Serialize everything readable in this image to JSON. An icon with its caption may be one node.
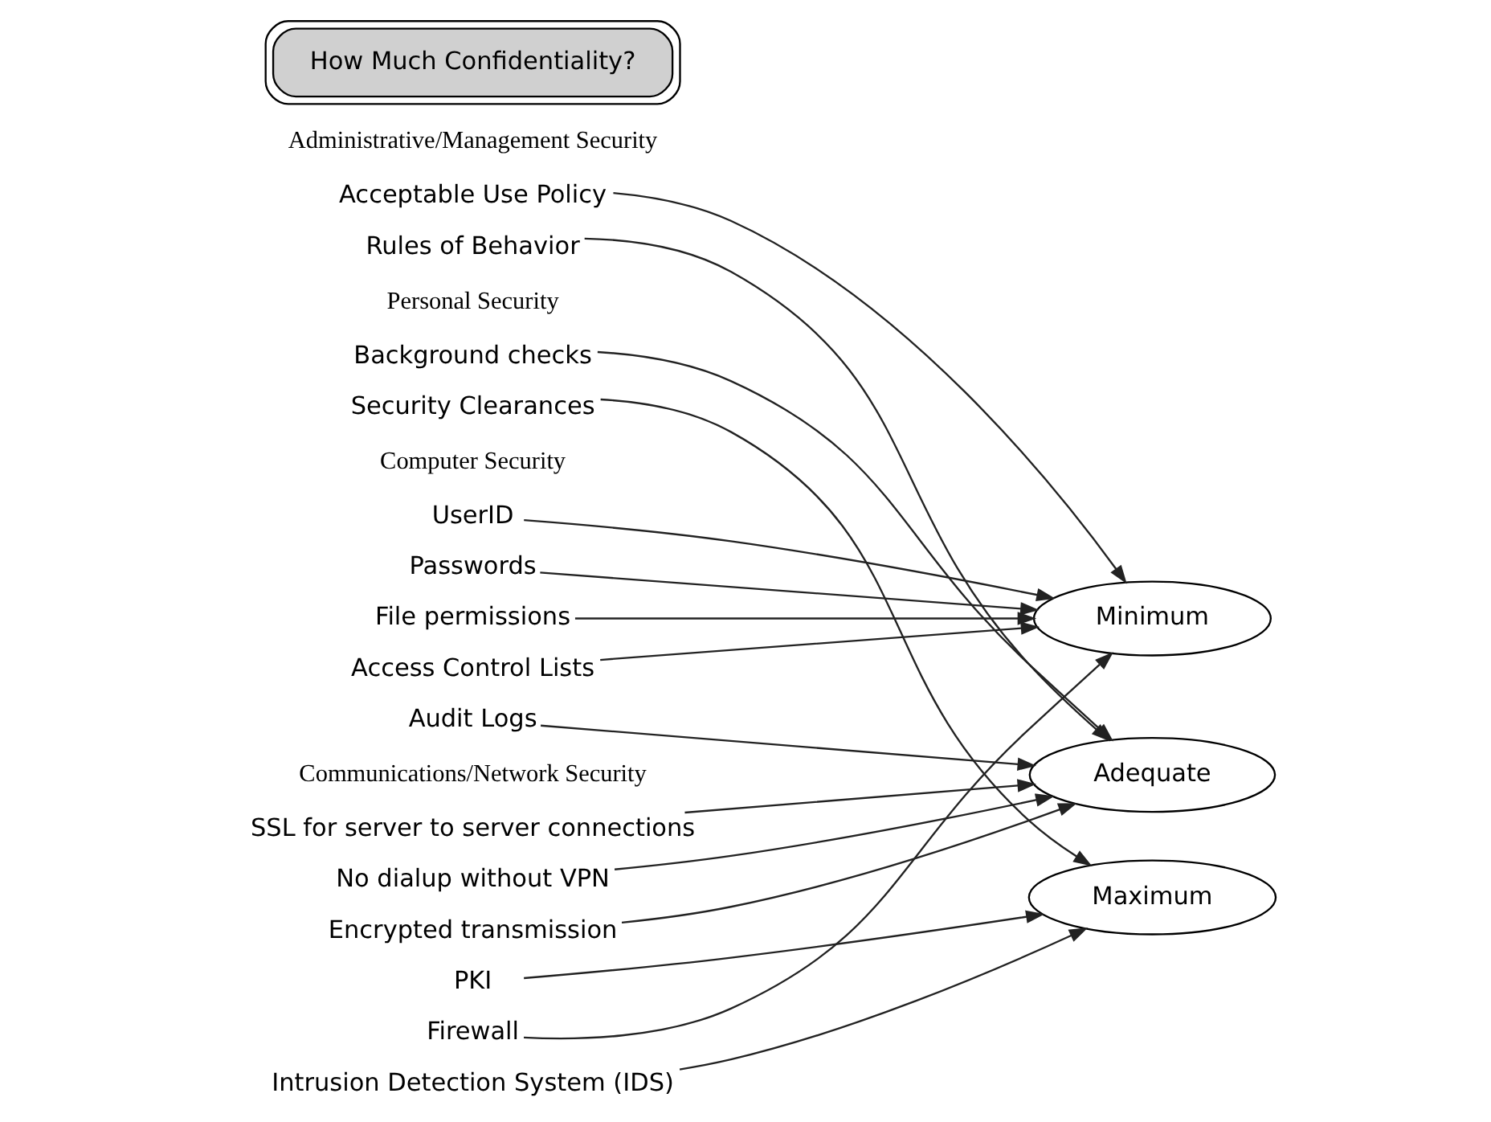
{
  "diagram": {
    "nodes": [
      {
        "text": [
          "How Much Confidentiality?"
        ]
      },
      {
        "text": [
          "Minimum"
        ]
      },
      {
        "text": [
          "Acceptable Use Policy"
        ]
      },
      {
        "text": [
          "Rules of Behavior"
        ]
      },
      {
        "text": [
          "UserID"
        ]
      },
      {
        "text": [
          "Passwords"
        ]
      },
      {
        "text": [
          "File permissions"
        ]
      },
      {
        "text": [
          "Access Control Lists"
        ]
      },
      {
        "text": [
          "Background checks"
        ]
      },
      {
        "text": [
          "Security Clearances"
        ]
      },
      {
        "text": [
          "Audit Logs"
        ]
      },
      {
        "text": [
          "Adequate"
        ]
      },
      {
        "text": [
          "SSL for server to server connections"
        ]
      },
      {
        "text": [
          "No dialup without VPN"
        ]
      },
      {
        "text": [
          "Encrypted transmission"
        ]
      },
      {
        "text": [
          "PKI"
        ]
      },
      {
        "text": [
          "Firewall"
        ]
      },
      {
        "text": [
          "Maximum"
        ]
      },
      {
        "text": [
          "Intrusion Detection System (IDS)"
        ]
      }
    ],
    "edges": [
      {
        "from": 2,
        "to": 1,
        "arrow": "to"
      },
      {
        "from": 3,
        "to": 11,
        "arrow": "to"
      },
      {
        "from": 4,
        "to": 1,
        "arrow": "to"
      },
      {
        "from": 5,
        "to": 1,
        "arrow": "to"
      },
      {
        "from": 6,
        "to": 1,
        "arrow": "to"
      },
      {
        "from": 7,
        "to": 1,
        "arrow": "to"
      },
      {
        "from": 8,
        "to": 11,
        "arrow": "to"
      },
      {
        "from": 9,
        "to": 17,
        "arrow": "to"
      },
      {
        "from": 10,
        "to": 11,
        "arrow": "to"
      },
      {
        "from": 12,
        "to": 11,
        "arrow": "to"
      },
      {
        "from": 13,
        "to": 11,
        "arrow": "to"
      },
      {
        "from": 14,
        "to": 11,
        "arrow": "to"
      },
      {
        "from": 15,
        "to": 17,
        "arrow": "to"
      },
      {
        "from": 16,
        "to": 1,
        "arrow": "to"
      },
      {
        "from": 18,
        "to": 17,
        "arrow": "to"
      }
    ],
    "labels": [
      "Administrative/Management Security",
      "Computer Security",
      "Personal Security",
      "Communications/Network Security"
    ]
  }
}
